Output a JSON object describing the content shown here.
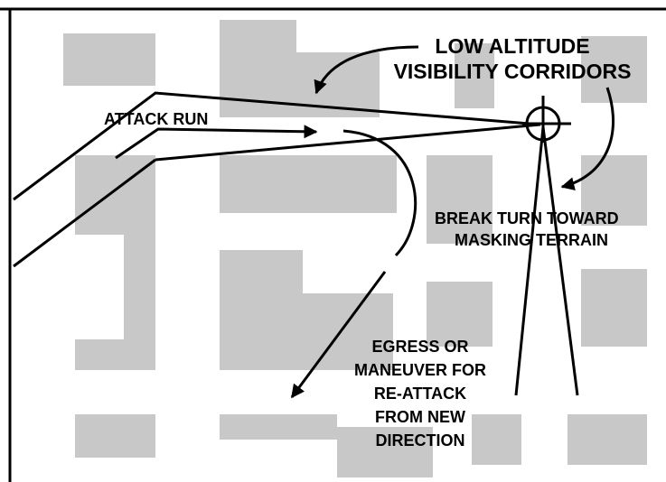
{
  "colors": {
    "background": "#ffffff",
    "block_fill": "#c8c8c8",
    "ink": "#000000"
  },
  "labels": {
    "corridors_line1": "LOW ALTITUDE",
    "corridors_line2": "VISIBILITY CORRIDORS",
    "attack_run": "ATTACK RUN",
    "break_turn_line1": "BREAK TURN TOWARD",
    "break_turn_line2": "MASKING TERRAIN",
    "egress_line1": "EGRESS OR",
    "egress_line2": "MANEUVER FOR",
    "egress_line3": "RE-ATTACK",
    "egress_line4": "FROM NEW",
    "egress_line5": "DIRECTION"
  },
  "icons": {
    "target": "crosshair-circle-icon"
  }
}
